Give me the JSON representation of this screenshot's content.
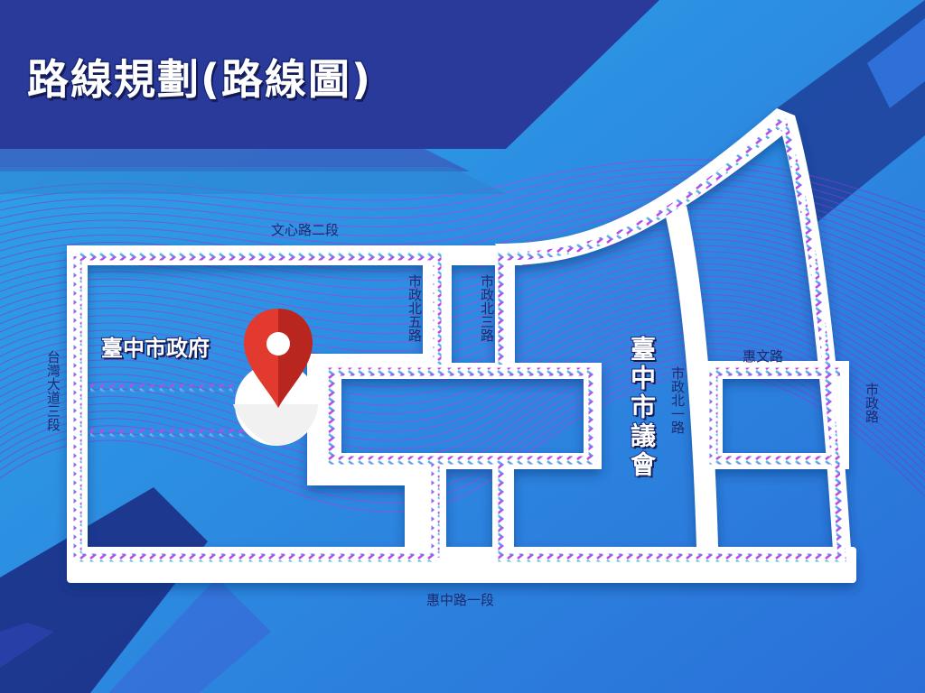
{
  "title": "路線規劃(路線圖)",
  "landmarks": {
    "city_hall": "臺中市政府",
    "council": "臺中市議會"
  },
  "roads": {
    "wenxin_rd": "文心路二段",
    "huizhong_rd": "惠中路一段",
    "taiwan_blvd": "台灣大道三段",
    "shizheng_n5": "市政北五路",
    "shizheng_n3": "市政北三路",
    "shizheng_n1": "市政北一路",
    "huiwen_rd": "惠文路",
    "shizheng_rd": "市政路"
  },
  "colors": {
    "background": "#2b8fe0",
    "banner": "#2a3a9a",
    "road": "#ffffff",
    "arrow_cyan": "#3dd1e0",
    "arrow_purple": "#9a5cf0",
    "arrow_magenta": "#d23ce0",
    "pin": "#d9342b"
  },
  "icons": {
    "location_pin": "map-pin-icon"
  }
}
